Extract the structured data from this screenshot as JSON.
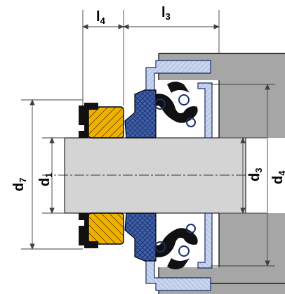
{
  "drawing": {
    "dimensions": {
      "l4": {
        "base": "l",
        "sub": "4"
      },
      "l3": {
        "base": "l",
        "sub": "3"
      },
      "d7": {
        "base": "d",
        "sub": "7"
      },
      "d1": {
        "base": "d",
        "sub": "1"
      },
      "d3": {
        "base": "d",
        "sub": "3"
      },
      "d4": {
        "base": "d",
        "sub": "4"
      }
    }
  },
  "colors": {
    "housing": "#a6a6a6",
    "shaft": "#d4d4d4",
    "seat_blue": "#3f5fa8",
    "seat_light": "#9fb3dc",
    "elastomer": "#111111",
    "carbon_ring": "#f0b000",
    "line": "#000000",
    "dim_line": "#404040",
    "hatch": "#9a9a9a"
  }
}
